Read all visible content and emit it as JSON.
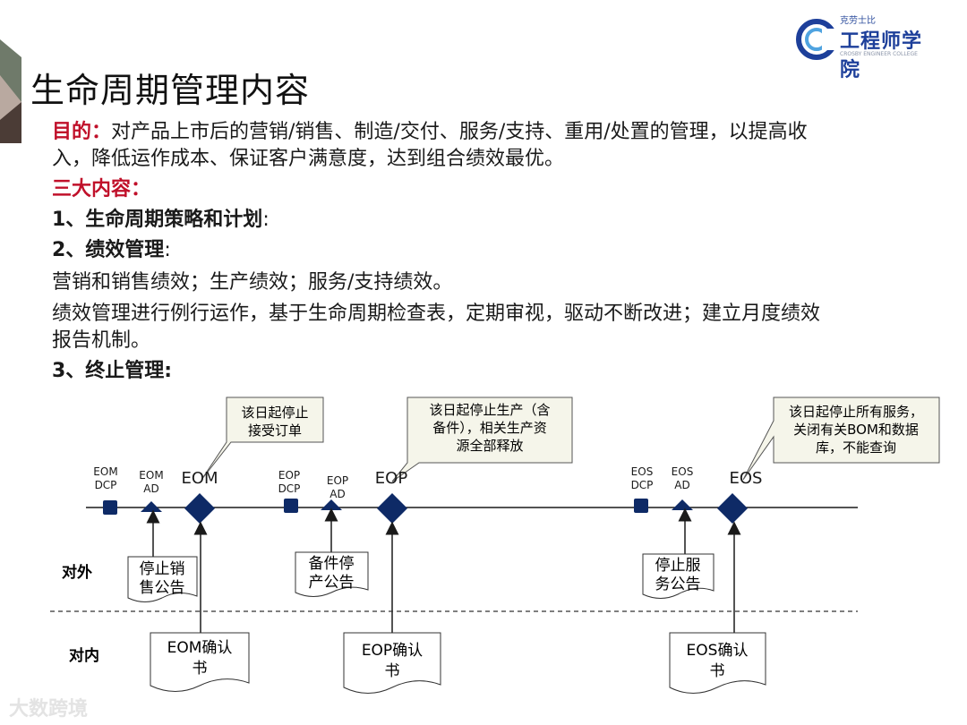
{
  "logo": {
    "top": "克劳士比",
    "main": "工程师学院",
    "sub": "CROSBY ENGINEER COLLEGE"
  },
  "title": "生命周期管理内容",
  "purpose": {
    "label": "目的：",
    "text1": "对产品上市后的营销/销售、制造/交付、服务/支持、重用/处置的管理，以提高收",
    "text2": "入，降低运作成本、保证客户满意度，达到组合绩效最优。"
  },
  "three_items": "三大内容：",
  "item1": {
    "head": "1、生命周期策略和计划",
    "tail": ":"
  },
  "item2": {
    "head": "2、绩效管理",
    "tail": ":"
  },
  "item2_line1": "营销和销售绩效；生产绩效；服务/支持绩效。",
  "item2_line2a": "绩效管理进行例行运作，基于生命周期检查表，定期审视，驱动不断改进；建立月度绩效",
  "item2_line2b": "报告机制。",
  "item3": "3、终止管理:",
  "diagram": {
    "callouts": {
      "eom": [
        "该日起停止",
        "接受订单"
      ],
      "eop": [
        "该日起停止生产（含",
        "备件），相关生产资",
        "源全部释放"
      ],
      "eos": [
        "该日起停止所有服务，",
        "关闭有关BOM和数据",
        "库，不能查询"
      ]
    },
    "labels": {
      "eom_dcp": [
        "EOM",
        "DCP"
      ],
      "eom_ad": [
        "EOM",
        "AD"
      ],
      "eom": "EOM",
      "eop_dcp": [
        "EOP",
        "DCP"
      ],
      "eop_ad": [
        "EOP",
        "AD"
      ],
      "eop": "EOP",
      "eos_dcp": [
        "EOS",
        "DCP"
      ],
      "eos_ad": [
        "EOS",
        "AD"
      ],
      "eos": "EOS"
    },
    "external_label": "对外",
    "internal_label": "对内",
    "docs": {
      "eom_notice": [
        "停止销",
        "售公告"
      ],
      "eop_notice": [
        "备件停",
        "产公告"
      ],
      "eos_notice": [
        "停止服",
        "务公告"
      ],
      "eom_confirm": [
        "EOM确认",
        "书"
      ],
      "eop_confirm": [
        "EOP确认",
        "书"
      ],
      "eos_confirm": [
        "EOS确认",
        "书"
      ]
    },
    "colors": {
      "navy": "#0e2a66",
      "callout_bg": "#f5f5ea",
      "dash": "#333333"
    }
  },
  "watermark": "大数跨境"
}
